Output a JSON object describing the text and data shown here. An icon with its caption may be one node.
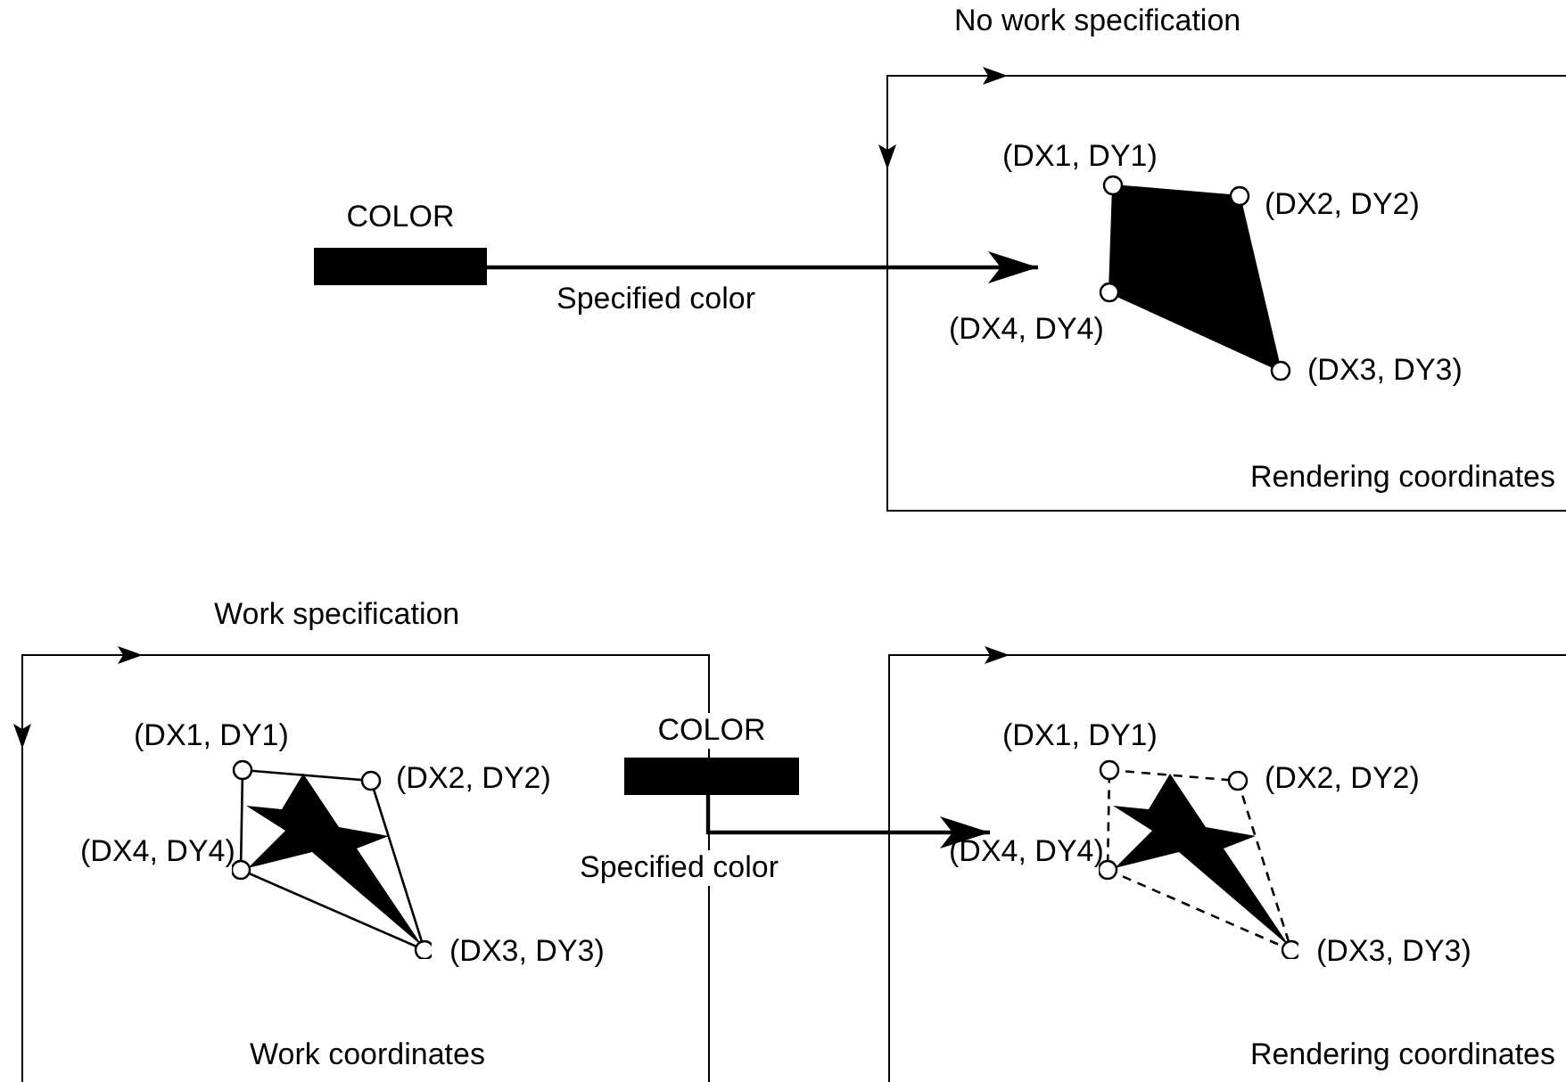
{
  "diagram": {
    "nodes": [
      {
        "text": [
          "COLOR"
        ]
      },
      {
        "text": [
          "No work specification",
          "Rendering coordinates"
        ]
      },
      {
        "text": [],
        "shape": "picture",
        "in": 1,
        "beside": [
          "(DX1, DY1)",
          "(DX2, DY2)",
          "(DX4, DY4)",
          "(DX3, DY3)"
        ]
      },
      {
        "text": [
          "Work specification",
          "Work coordinates"
        ]
      },
      {
        "text": [],
        "shape": "picture",
        "in": 3,
        "beside": [
          "(DX1, DY1)",
          "(DX2, DY2)",
          "(DX4, DY4)",
          "(DX3, DY3)"
        ]
      },
      {
        "text": [
          "COLOR"
        ]
      },
      {
        "text": [
          "Rendering coordinates"
        ]
      },
      {
        "text": [],
        "shape": "picture",
        "in": 6,
        "beside": [
          "(DX1, DY1)",
          "(DX2, DY2)",
          "(DX4, DY4)",
          "(DX3, DY3)"
        ]
      }
    ],
    "edges": [
      {
        "from": 0,
        "to": 2,
        "arrow": "to",
        "label": "Specified color"
      },
      {
        "from": 5,
        "to": 7,
        "arrow": "to",
        "label": "Specified color"
      }
    ]
  }
}
